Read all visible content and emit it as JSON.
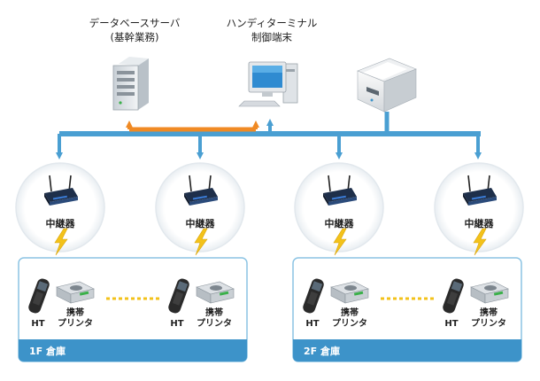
{
  "top": {
    "db_server": {
      "line1": "データベースサーバ",
      "line2": "(基幹業務)"
    },
    "handy_terminal": {
      "line1": "ハンディターミナル",
      "line2": "制御端末"
    }
  },
  "relays": [
    {
      "label": "中継器"
    },
    {
      "label": "中継器"
    },
    {
      "label": "中継器"
    },
    {
      "label": "中継器"
    }
  ],
  "warehouses": [
    {
      "title": "1F 倉庫",
      "devices": [
        {
          "ht": "HT",
          "printer_l1": "携帯",
          "printer_l2": "プリンタ"
        },
        {
          "ht": "HT",
          "printer_l1": "携帯",
          "printer_l2": "プリンタ"
        }
      ]
    },
    {
      "title": "2F 倉庫",
      "devices": [
        {
          "ht": "HT",
          "printer_l1": "携帯",
          "printer_l2": "プリンタ"
        },
        {
          "ht": "HT",
          "printer_l1": "携帯",
          "printer_l2": "プリンタ"
        }
      ]
    }
  ],
  "colors": {
    "network": "#4a9fd2",
    "sync": "#f08a24",
    "panel_border": "#8cc4e4",
    "panel_header": "#3d93c9",
    "bolt": "#f3c21a"
  },
  "icons": [
    "server-icon",
    "desktop-pc-icon",
    "printer-icon",
    "router-icon",
    "handheld-terminal-icon",
    "portable-printer-icon",
    "lightning-icon"
  ]
}
